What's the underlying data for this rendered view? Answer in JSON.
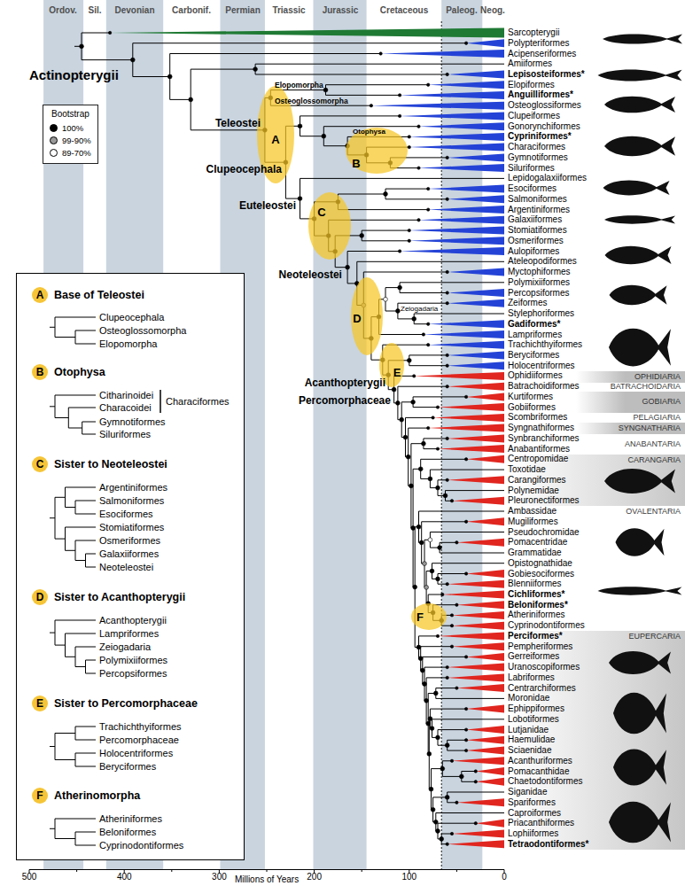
{
  "diagram": {
    "nodes": [
      {
        "text": [
          "A"
        ]
      },
      {
        "text": [
          "B"
        ]
      },
      {
        "text": [
          "C"
        ]
      },
      {
        "text": [
          "D"
        ]
      },
      {
        "text": [
          "E"
        ]
      },
      {
        "text": [
          "F"
        ]
      },
      {
        "text": [
          "A",
          "Base of Teleostei"
        ]
      },
      {
        "text": [
          "B",
          "Otophysa"
        ]
      },
      {
        "text": [
          "C",
          "Sister to Neoteleostei"
        ]
      },
      {
        "text": [
          "D",
          "Sister to Acanthopterygii"
        ]
      },
      {
        "text": [
          "E",
          "Sister to Percomorphaceae"
        ]
      },
      {
        "text": [
          "F",
          "Atherinomorpha"
        ]
      },
      {
        "text": [
          "Bootstrap"
        ]
      },
      {
        "text": [
          "OPHIDIARIA"
        ]
      },
      {
        "text": [
          "GOBIARIA"
        ]
      },
      {
        "text": [
          "SYNGNATHARIA"
        ]
      },
      {
        "text": [
          "CARANGARIA"
        ]
      },
      {
        "text": [
          "EUPERCARIA"
        ]
      }
    ],
    "labels": [
      "Ordov.",
      "Sil.",
      "Devonian",
      "Carbonif.",
      "Permian",
      "Triassic",
      "Jurassic",
      "Cretaceous",
      "Paleog.",
      "Neog.",
      "Sarcopterygii",
      "Polypteriformes",
      "Acipenseriformes",
      "Amiiformes",
      "Lepisosteiformes*",
      "Elopiformes",
      "Anguilliformes*",
      "Osteoglossiformes",
      "Clupeiformes",
      "Gonorynchiformes",
      "Cypriniformes*",
      "Characiformes",
      "Gymnotiformes",
      "Siluriformes",
      "Lepidogalaxiiformes",
      "Esociformes",
      "Salmoniformes",
      "Argentiniformes",
      "Galaxiiformes",
      "Stomiatiformes",
      "Osmeriformes",
      "Aulopiformes",
      "Ateleopodiformes",
      "Myctophiformes",
      "Polymixiiformes",
      "Percopsiformes",
      "Zeiformes",
      "Stylephoriformes",
      "Gadiformes*",
      "Lampriformes",
      "Trachichthyiformes",
      "Beryciformes",
      "Holocentriformes",
      "Ophidiiformes",
      "Batrachoidiformes",
      "Kurtiformes",
      "Gobiiformes",
      "Scombriformes",
      "Syngnathiformes",
      "Synbranchiformes",
      "Anabantiformes",
      "Centropomidae",
      "Toxotidae",
      "Carangiformes",
      "Polynemidae",
      "Pleuronectiformes",
      "Ambassidae",
      "Mugiliformes",
      "Pseudochromidae",
      "Pomacentridae",
      "Grammatidae",
      "Opistognathidae",
      "Gobiesociformes",
      "Blenniiformes",
      "Cichliformes*",
      "Beloniformes*",
      "Atheriniformes",
      "Cyprinodontiformes",
      "Perciformes*",
      "Pempheriformes",
      "Gerreiformes",
      "Uranoscopiformes",
      "Labriformes",
      "Centrarchiformes",
      "Moronidae",
      "Ephippiformes",
      "Lobotiformes",
      "Lutjanidae",
      "Haemulidae",
      "Sciaenidae",
      "Acanthuriformes",
      "Pomacanthidae",
      "Chaetodontiformes",
      "Siganidae",
      "Spariformes",
      "Caproiformes",
      "Priacanthiformes",
      "Lophiiformes",
      "Tetraodontiformes*",
      "Actinopterygii",
      "Teleostei",
      "Elopomorpha",
      "Osteoglossomorpha",
      "Otophysa",
      "Clupeocephala",
      "Euteleostei",
      "Neoteleostei",
      "Zeiogadaria",
      "Acanthopterygii",
      "Percomorphaceae",
      "Clupeocephala",
      "Osteoglossomorpha",
      "Elopomorpha",
      "Citharinoidei",
      "Characoidei",
      "Characiformes",
      "Gymnotiformes",
      "Siluriformes",
      "Argentiniformes",
      "Salmoniformes",
      "Esociformes",
      "Stomiatiformes",
      "Osmeriformes",
      "Galaxiiformes",
      "Neoteleostei",
      "Acanthopterygii",
      "Lampriformes",
      "Zeiogadaria",
      "Polymixiiformes",
      "Percopsiformes",
      "Trachichthyiformes",
      "Percomorphaceae",
      "Holocentriformes",
      "Beryciformes",
      "Atheriniformes",
      "Beloniformes",
      "Cyprinodontiformes",
      "500",
      "400",
      "300",
      "200",
      "100",
      "0",
      "Millions of Years",
      "BATRACHOIDARIA",
      "PELAGIARIA",
      "ANABANTARIA",
      "OVALENTARIA"
    ],
    "legend": [
      {
        "text": "100%",
        "color": "#000000"
      },
      {
        "text": "99-90%",
        "color": "#999999"
      },
      {
        "text": "89-70%",
        "color": "#ffffff"
      }
    ]
  }
}
